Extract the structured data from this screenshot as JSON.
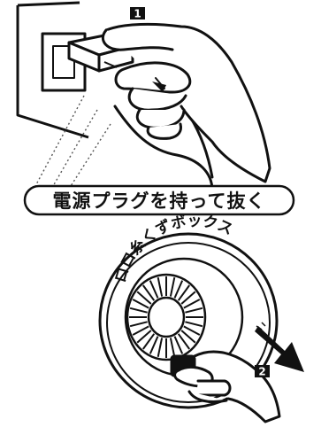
{
  "step1": {
    "badge": "1"
  },
  "caption": {
    "text": "電源プラグを持って抜く"
  },
  "step2": {
    "badge": "2"
  },
  "ring": {
    "text": "ロロ糸くずボックス"
  }
}
